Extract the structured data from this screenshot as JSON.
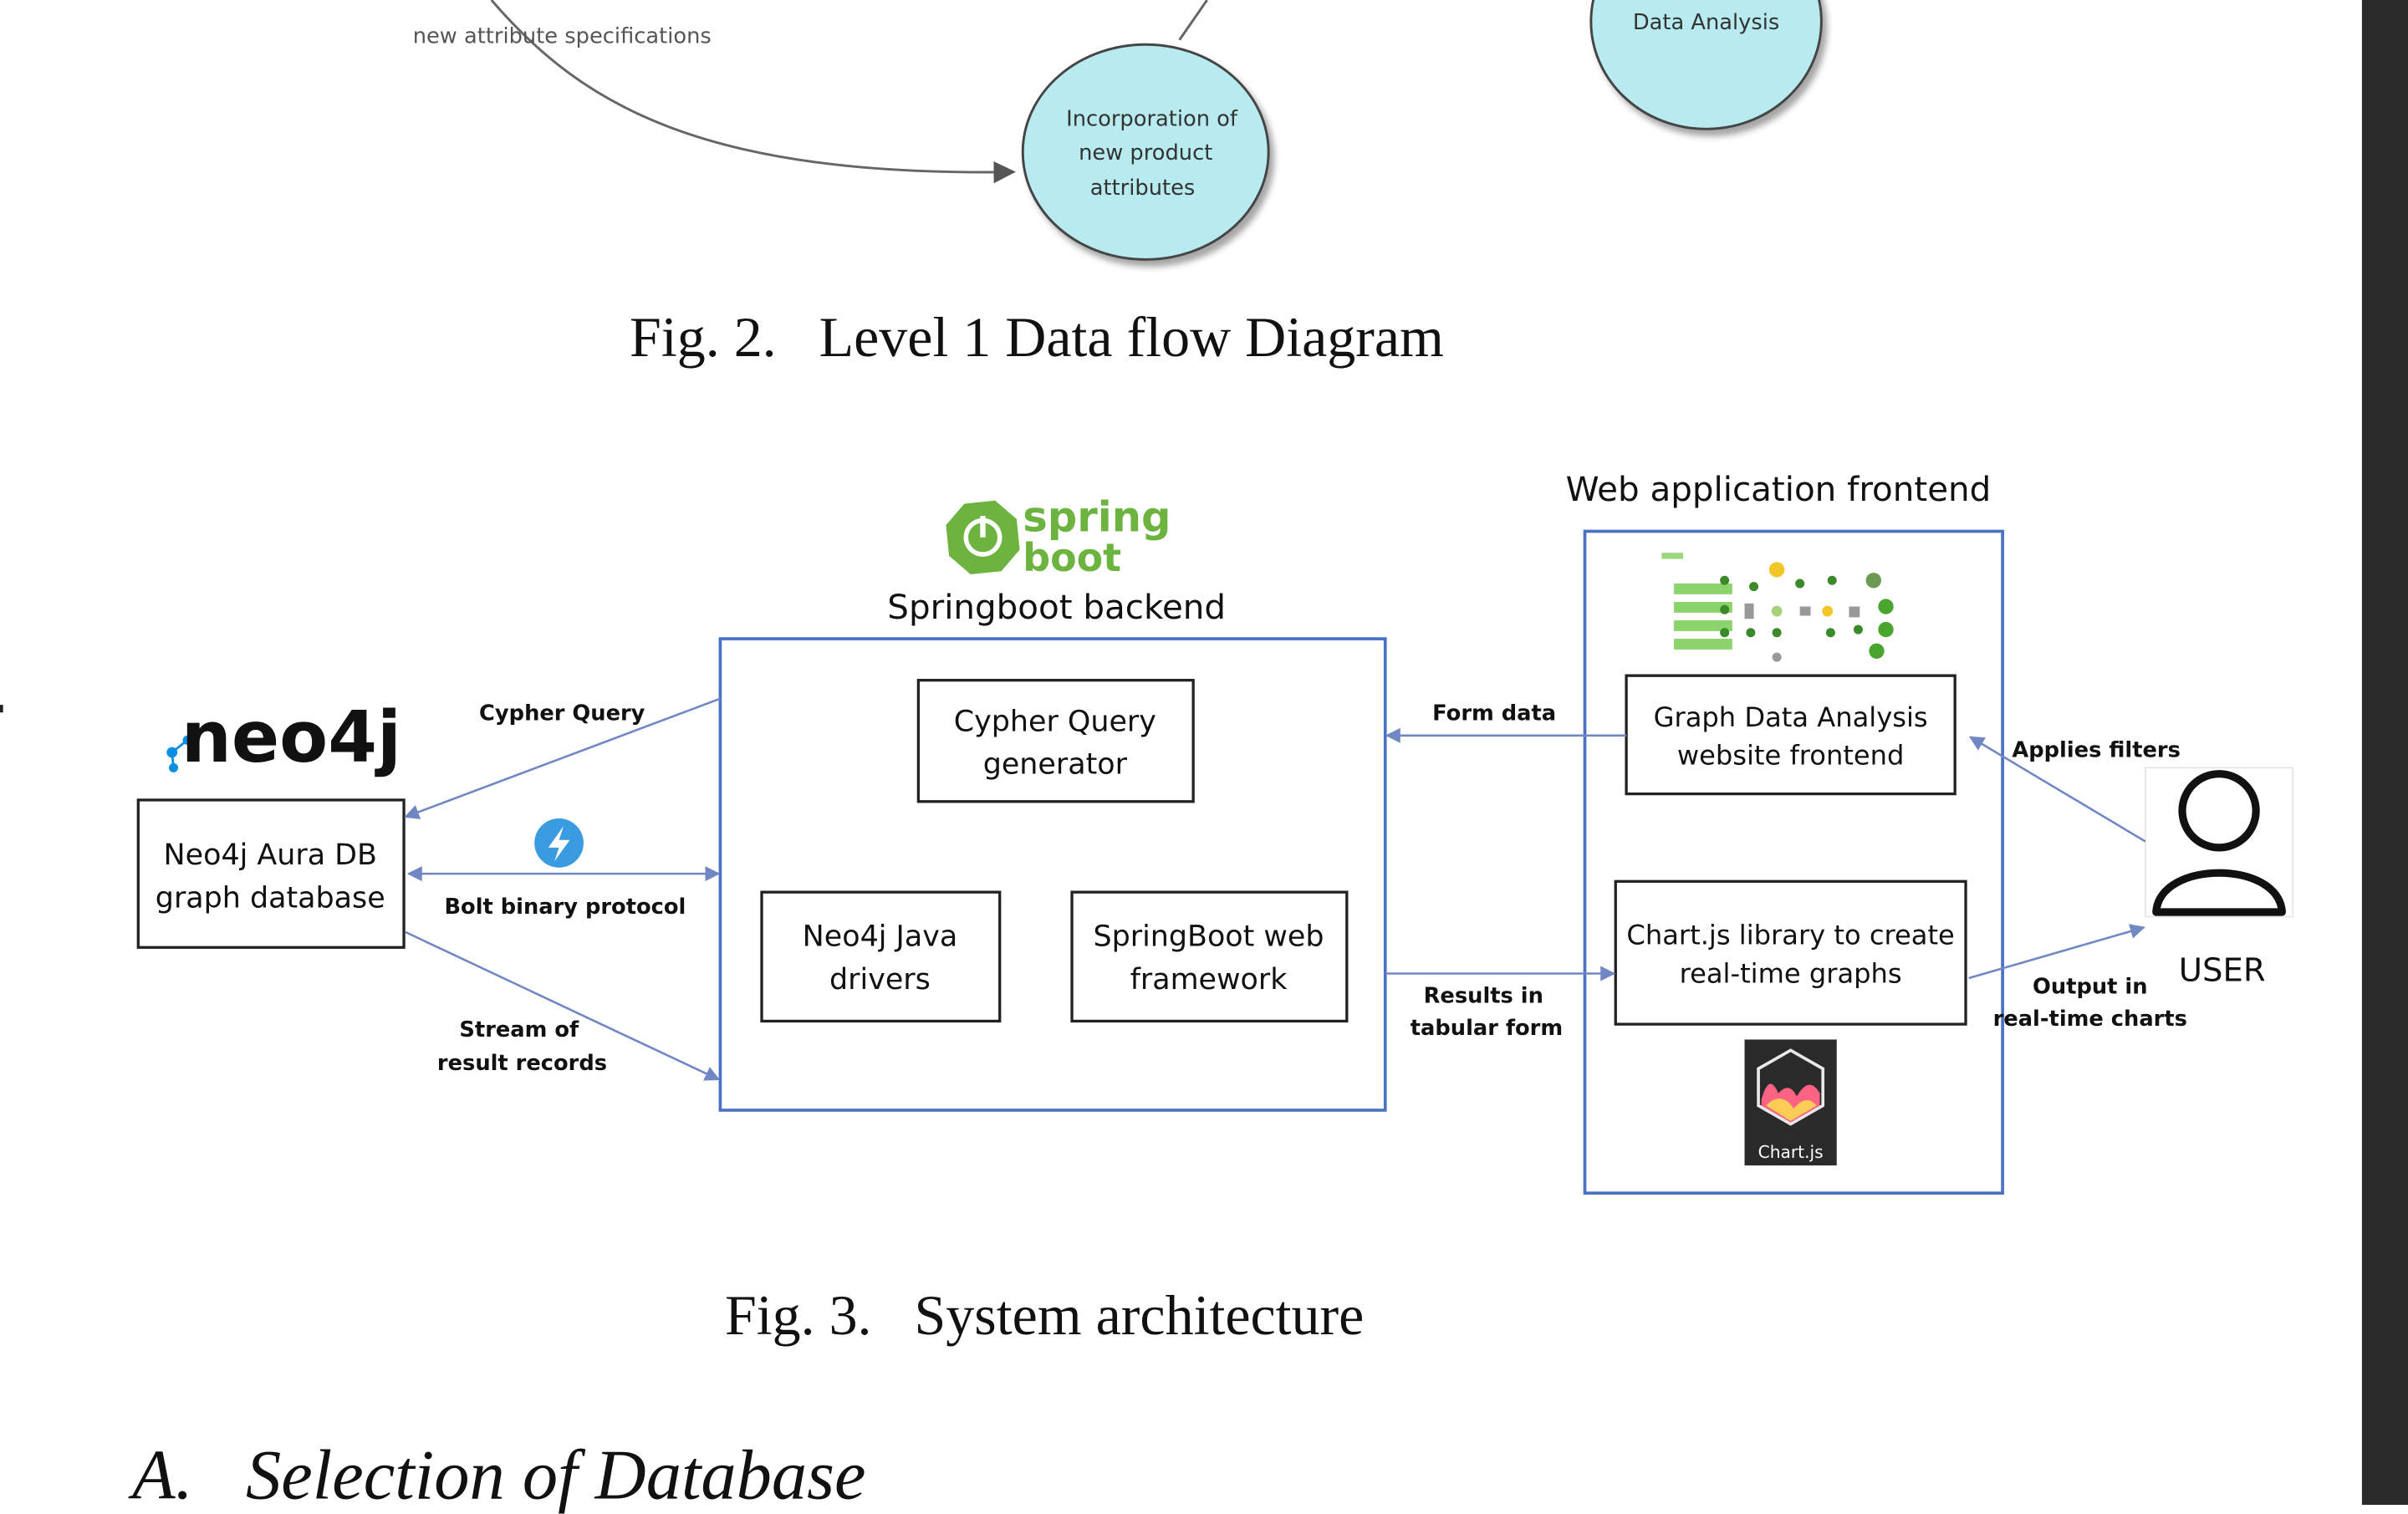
{
  "fig2": {
    "edge_label": "new attribute specifications",
    "node_incorporation": [
      "Incorporation of",
      "new product",
      "attributes"
    ],
    "node_analysis": "Data Analysis",
    "caption": "Fig. 2.   Level 1 Data flow Diagram"
  },
  "fig3": {
    "logo_spring": [
      "spring",
      "boot"
    ],
    "logo_neo4j": "neo4j",
    "logo_chartjs": "Chart.js",
    "backend_title": "Springboot backend",
    "frontend_title": "Web application frontend",
    "db_box": [
      "Neo4j Aura DB",
      "graph database"
    ],
    "cypher_generator": [
      "Cypher Query",
      "generator"
    ],
    "java_drivers": [
      "Neo4j Java",
      "drivers"
    ],
    "web_framework": [
      "SpringBoot web",
      "framework"
    ],
    "website_frontend": [
      "Graph Data Analysis",
      "website frontend"
    ],
    "chartjs_box": [
      "Chart.js library to create",
      "real-time graphs"
    ],
    "user_label": "USER",
    "labels": {
      "cypher_query": "Cypher Query",
      "bolt": "Bolt binary protocol",
      "stream": [
        "Stream of",
        "result records"
      ],
      "form_data": "Form data",
      "results": [
        "Results in",
        "tabular form"
      ],
      "applies_filters": "Applies filters",
      "output": [
        "Output in",
        "real-time charts"
      ]
    },
    "caption": "Fig. 3.   System architecture"
  },
  "section_heading": "A.   Selection of Database",
  "colors": {
    "node_fill": "#b7ebef",
    "box_border_blue": "#4a72c4",
    "arrow_blue": "#7187c4",
    "spring_green": "#6db33f",
    "neo4j_blue": "#0a8fe0",
    "bolt_blue": "#3b9be0",
    "scrollbar": "#2b2b2b"
  }
}
